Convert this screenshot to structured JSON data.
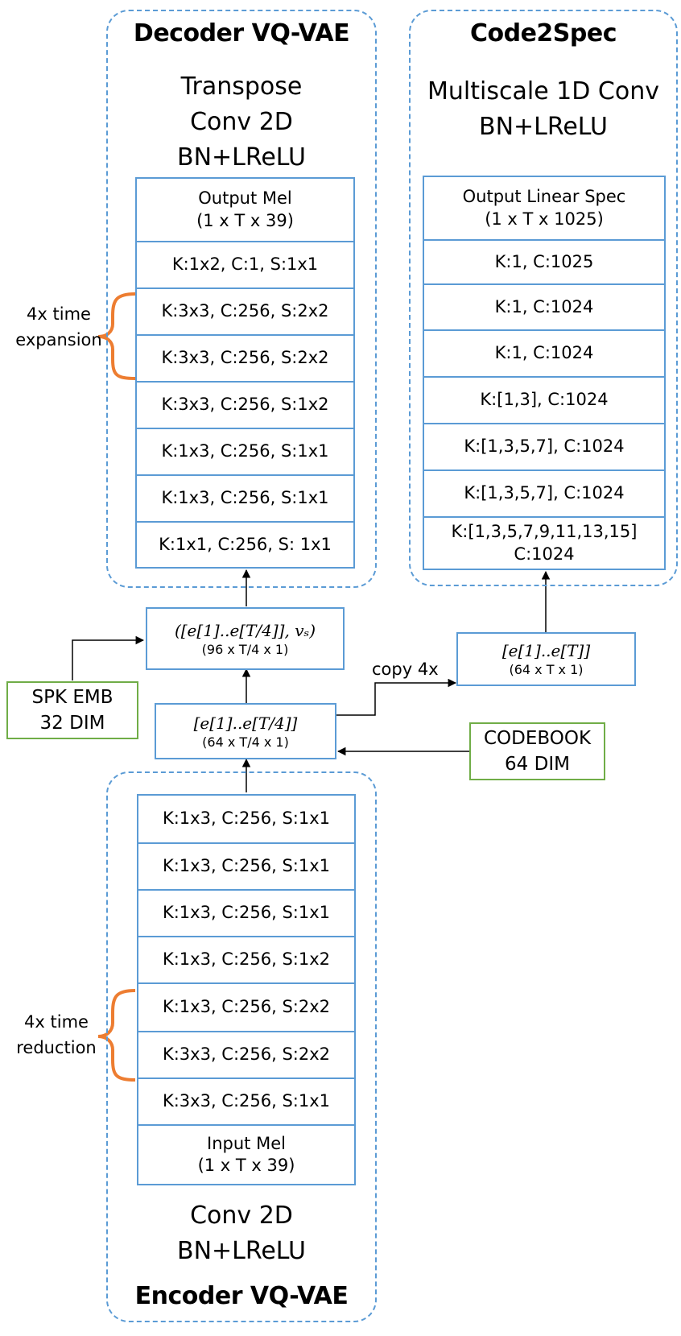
{
  "decoder": {
    "title": "Decoder VQ-VAE",
    "subtitle": [
      "Transpose",
      "Conv 2D",
      "BN+LReLU"
    ],
    "layers": [
      {
        "line1": "Output Mel",
        "line2": "(1 x T x 39)"
      },
      {
        "line1": "K:1x2, C:1, S:1x1"
      },
      {
        "line1": "K:3x3, C:256, S:2x2"
      },
      {
        "line1": "K:3x3, C:256, S:2x2"
      },
      {
        "line1": "K:3x3, C:256, S:1x2"
      },
      {
        "line1": "K:1x3, C:256, S:1x1"
      },
      {
        "line1": "K:1x3, C:256, S:1x1"
      },
      {
        "line1": "K:1x1, C:256, S: 1x1"
      }
    ],
    "brace_label": [
      "4x time",
      "expansion"
    ]
  },
  "code2spec": {
    "title": "Code2Spec",
    "subtitle": [
      "Multiscale 1D Conv",
      "BN+LReLU"
    ],
    "layers": [
      {
        "line1": "Output Linear Spec",
        "line2": "(1 x T x 1025)"
      },
      {
        "line1": "K:1, C:1025"
      },
      {
        "line1": "K:1, C:1024"
      },
      {
        "line1": "K:1, C:1024"
      },
      {
        "line1": "K:[1,3], C:1024"
      },
      {
        "line1": "K:[1,3,5,7], C:1024"
      },
      {
        "line1": "K:[1,3,5,7], C:1024"
      },
      {
        "line1": "K:[1,3,5,7,9,11,13,15]",
        "line2": "C:1024"
      }
    ]
  },
  "encoder": {
    "title": "Encoder VQ-VAE",
    "subtitle": [
      "Conv 2D",
      "BN+LReLU"
    ],
    "layers": [
      {
        "line1": "K:1x3, C:256, S:1x1"
      },
      {
        "line1": "K:1x3, C:256, S:1x1"
      },
      {
        "line1": "K:1x3, C:256, S:1x1"
      },
      {
        "line1": "K:1x3, C:256, S:1x2"
      },
      {
        "line1": "K:1x3, C:256, S:2x2"
      },
      {
        "line1": "K:3x3, C:256, S:2x2"
      },
      {
        "line1": "K:3x3, C:256, S:1x1"
      },
      {
        "line1": "Input Mel",
        "line2": "(1 x T x 39)"
      }
    ],
    "brace_label": [
      "4x time",
      "reduction"
    ]
  },
  "nodes": {
    "concat": {
      "main": "([e[1]..e[T/4]], vₛ)",
      "dims": "(96 x T/4 x 1)"
    },
    "codes": {
      "main": "[e[1]..e[T/4]]",
      "dims": "(64 x T/4 x 1)"
    },
    "full_codes": {
      "main": "[e[1]..e[T]]",
      "dims": "(64 x T x 1)"
    },
    "spk_emb": {
      "line1": "SPK EMB",
      "line2": "32 DIM"
    },
    "codebook": {
      "line1": "CODEBOOK",
      "line2": "64 DIM"
    }
  },
  "edge_labels": {
    "copy": "copy 4x"
  },
  "colors": {
    "blue": "#5b9bd5",
    "green": "#70ad47",
    "orange": "#ed7d31",
    "arrow": "#000000"
  }
}
